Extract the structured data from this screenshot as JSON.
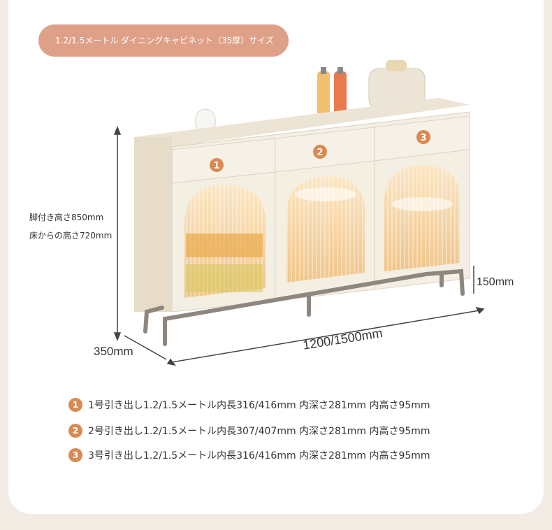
{
  "title": "1.2/1.5メートル ダイニングキャビネット（35厚）サイズ",
  "dimensions": {
    "height_total": "脚付き高さ850mm",
    "height_floor": "床からの高さ720mm",
    "leg_height": "150mm",
    "depth": "350mm",
    "width": "1200/1500mm"
  },
  "drawer_markers": [
    "1",
    "2",
    "3"
  ],
  "specs": [
    {
      "num": "1",
      "text": "1号引き出し1.2/1.5メートル内長316/416mm 内深さ281mm 内高さ95mm"
    },
    {
      "num": "2",
      "text": "2号引き出し1.2/1.5メートル内長307/407mm 内深さ281mm 内高さ95mm"
    },
    {
      "num": "3",
      "text": "3号引き出し1.2/1.5メートル内長316/416mm 内深さ281mm 内高さ95mm"
    }
  ],
  "colors": {
    "accent": "#d98a52",
    "pill": "#dfa088",
    "cabinet": "#f4efe3",
    "background": "#f1ebe3"
  }
}
